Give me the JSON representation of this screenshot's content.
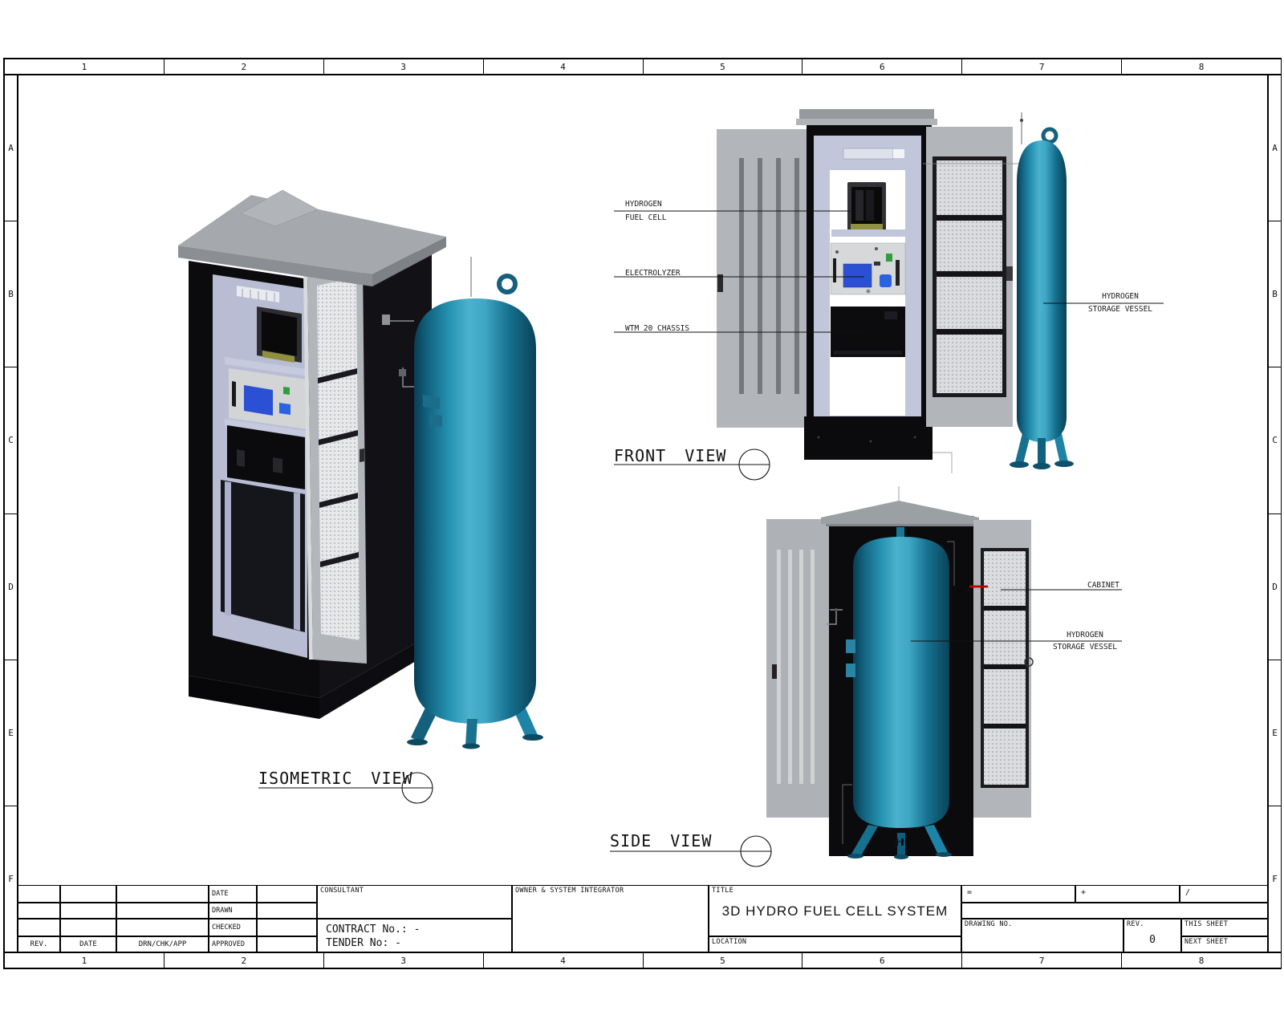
{
  "sheet": {
    "zone_numbers": [
      "1",
      "2",
      "3",
      "4",
      "5",
      "6",
      "7",
      "8"
    ],
    "zone_letters": [
      "A",
      "B",
      "C",
      "D",
      "E",
      "F"
    ]
  },
  "views": {
    "isometric": {
      "title": "ISOMETRIC VIEW"
    },
    "front": {
      "title": "FRONT VIEW"
    },
    "side": {
      "title": "SIDE VIEW"
    }
  },
  "callouts": {
    "fuel_cell": {
      "line1": "HYDROGEN",
      "line2": "FUEL CELL"
    },
    "electrolyzer": {
      "line1": "ELECTROLYZER"
    },
    "wtm_chassis": {
      "line1": "WTM 20 CHASSIS"
    },
    "storage_vessel_front": {
      "line1": "HYDROGEN",
      "line2": "STORAGE VESSEL"
    },
    "cabinet": {
      "line1": "CABINET"
    },
    "storage_vessel_side": {
      "line1": "HYDROGEN",
      "line2": "STORAGE VESSEL"
    }
  },
  "title_block": {
    "rev_col": "REV.",
    "date_col": "DATE",
    "drn_col": "DRN/CHK/APP",
    "sign_rows": [
      "DATE",
      "DRAWN",
      "CHECKED",
      "APPROVED"
    ],
    "consultant_label": "CONSULTANT",
    "contract_no": "CONTRACT No.: -",
    "tender_no": "TENDER No: -",
    "owner_label": "OWNER & SYSTEM INTEGRATOR",
    "title_label": "TITLE",
    "title": "3D HYDRO FUEL CELL SYSTEM",
    "location_label": "LOCATION",
    "ref_equals": "=",
    "ref_plus": "+",
    "ref_slash": "/",
    "drawing_no_label": "DRAWING NO.",
    "rev_label": "REV.",
    "rev_value": "0",
    "this_sheet_label": "THIS SHEET",
    "next_sheet_label": "NEXT SHEET"
  },
  "colors": {
    "vessel_teal": "#2490b0",
    "cabinet_black": "#0b0b0d",
    "door_gray": "#b2b6ba",
    "roof_gray": "#a5a9ad",
    "screen_blue": "#2b50d4",
    "marker_red": "#c00000",
    "line_black": "#1a1a1a"
  }
}
